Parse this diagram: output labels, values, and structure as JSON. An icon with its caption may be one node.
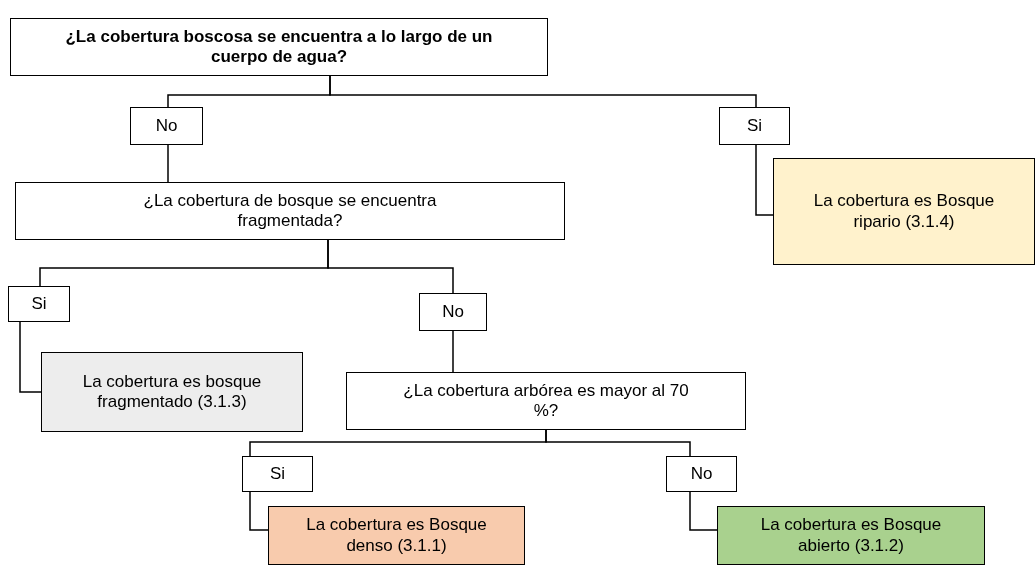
{
  "diagram": {
    "nodes": [
      {
        "text": [
          "¿La cobertura boscosa se encuentra a lo largo de un cuerpo de agua?"
        ]
      },
      {
        "text": [
          "No"
        ]
      },
      {
        "text": [
          "Si"
        ]
      },
      {
        "text": [
          "¿La cobertura de bosque se encuentra fragmentada?"
        ]
      },
      {
        "text": [
          "La cobertura es Bosque ripario (3.1.4)"
        ]
      },
      {
        "text": [
          "Si"
        ]
      },
      {
        "text": [
          "No"
        ]
      },
      {
        "text": [
          "La cobertura es bosque fragmentado (3.1.3)"
        ]
      },
      {
        "text": [
          "¿La cobertura arbórea es mayor al 70 %?"
        ]
      },
      {
        "text": [
          "Si"
        ]
      },
      {
        "text": [
          "No"
        ]
      },
      {
        "text": [
          "La cobertura es Bosque denso (3.1.1)"
        ]
      },
      {
        "text": [
          "La cobertura es Bosque abierto (3.1.2)"
        ]
      }
    ],
    "edges": [
      {
        "from": 0,
        "to": 1,
        "arrow": "none"
      },
      {
        "from": 0,
        "to": 2,
        "arrow": "none"
      },
      {
        "from": 1,
        "to": 3,
        "arrow": "none"
      },
      {
        "from": 2,
        "to": 4,
        "arrow": "none"
      },
      {
        "from": 3,
        "to": 5,
        "arrow": "none"
      },
      {
        "from": 3,
        "to": 6,
        "arrow": "none"
      },
      {
        "from": 5,
        "to": 7,
        "arrow": "none"
      },
      {
        "from": 6,
        "to": 8,
        "arrow": "none"
      },
      {
        "from": 8,
        "to": 9,
        "arrow": "none"
      },
      {
        "from": 8,
        "to": 10,
        "arrow": "none"
      },
      {
        "from": 9,
        "to": 11,
        "arrow": "none"
      },
      {
        "from": 10,
        "to": 12,
        "arrow": "none"
      }
    ]
  }
}
